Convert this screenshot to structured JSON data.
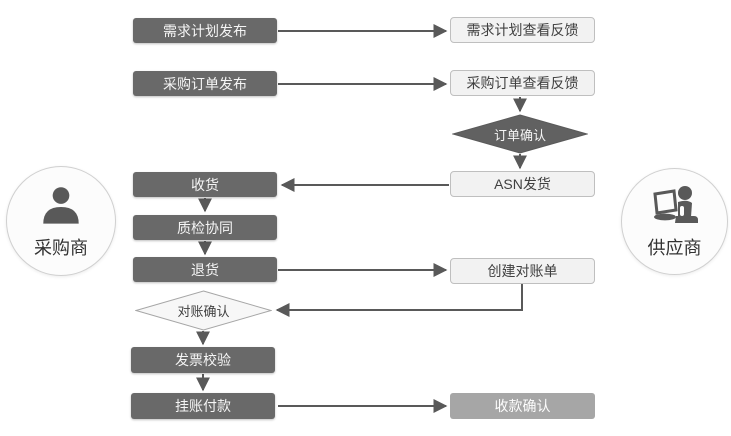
{
  "diagram": {
    "actors": {
      "buyer": {
        "label": "采购商",
        "icon": "person-icon"
      },
      "supplier": {
        "label": "供应商",
        "icon": "person-laptop-icon"
      }
    },
    "nodes": {
      "demand_plan_publish": {
        "label": "需求计划发布",
        "style": "dark"
      },
      "demand_plan_feedback": {
        "label": "需求计划查看反馈",
        "style": "light"
      },
      "po_publish": {
        "label": "采购订单发布",
        "style": "dark"
      },
      "po_feedback": {
        "label": "采购订单查看反馈",
        "style": "light"
      },
      "order_confirm": {
        "label": "订单确认",
        "style": "dark-diamond"
      },
      "receive_goods": {
        "label": "收货",
        "style": "dark"
      },
      "asn_ship": {
        "label": "ASN发货",
        "style": "light"
      },
      "quality_collab": {
        "label": "质检协同",
        "style": "dark"
      },
      "return_goods": {
        "label": "退货",
        "style": "dark"
      },
      "create_statement": {
        "label": "创建对账单",
        "style": "light"
      },
      "statement_confirm": {
        "label": "对账确认",
        "style": "light-diamond"
      },
      "invoice_verify": {
        "label": "发票校验",
        "style": "dark"
      },
      "book_payment": {
        "label": "挂账付款",
        "style": "dark"
      },
      "receipt_confirm": {
        "label": "收款确认",
        "style": "medium"
      }
    },
    "colors": {
      "dark_node": "#696969",
      "light_node_bg": "#f2f2f2",
      "light_node_border": "#bfbfbf",
      "medium_node": "#a6a6a6",
      "dark_diamond": "#616161",
      "light_diamond_bg": "#f7f7f7",
      "light_diamond_border": "#a6a6a6",
      "connector": "#595959",
      "icon": "#595959"
    }
  }
}
